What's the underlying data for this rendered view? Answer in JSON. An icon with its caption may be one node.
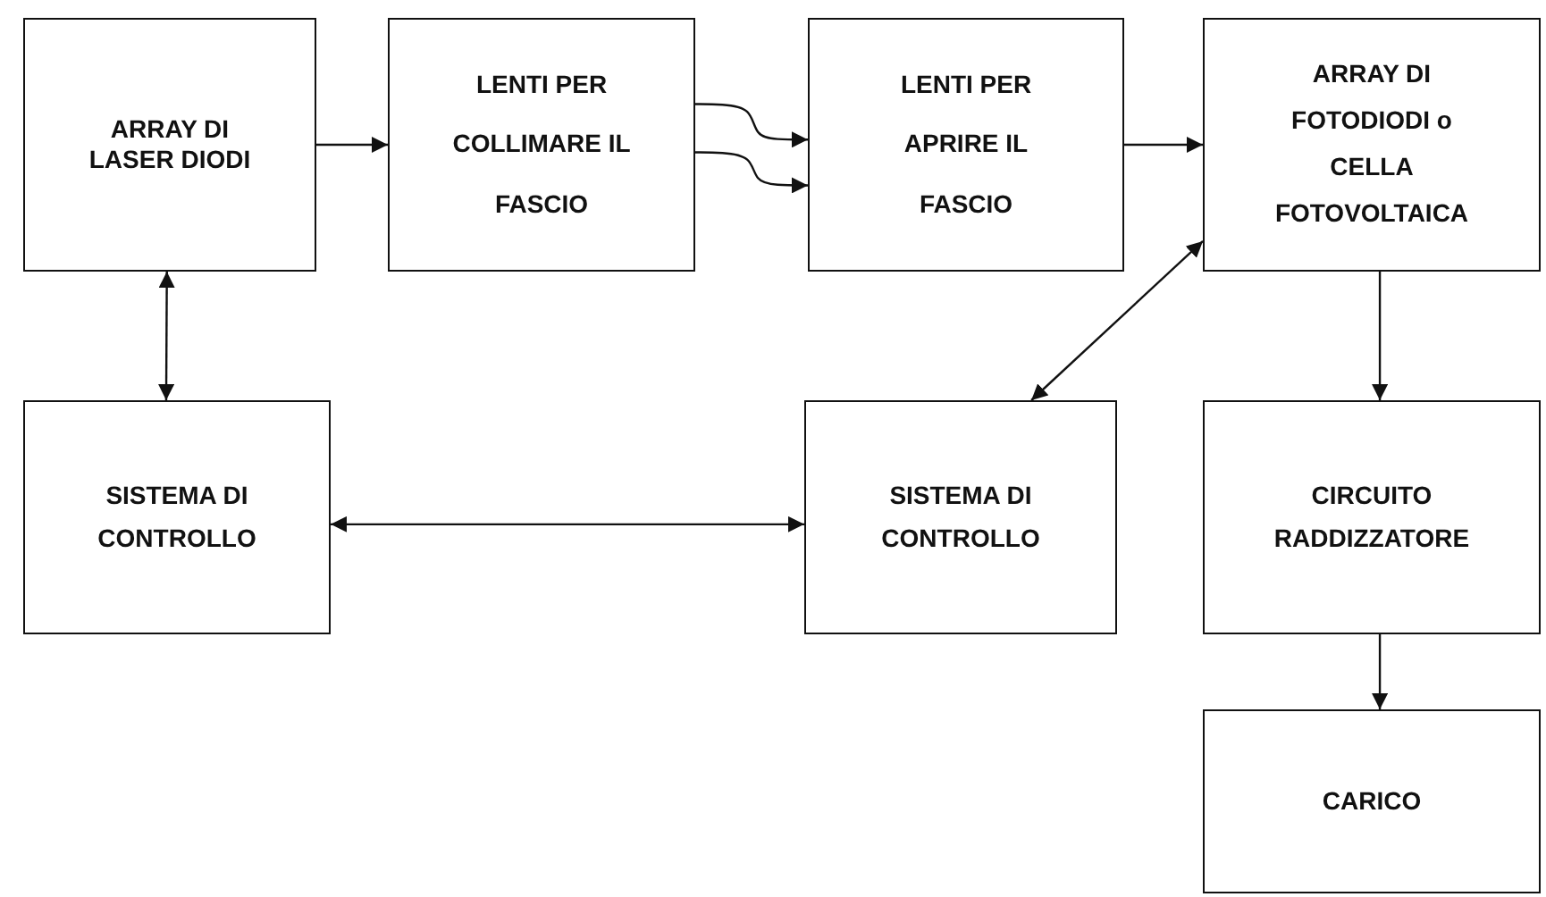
{
  "diagram": {
    "nodes": [
      {
        "text": [
          "ARRAY DI LASER DIODI"
        ]
      },
      {
        "text": [
          "LENTI PER COLLIMARE IL FASCIO"
        ]
      },
      {
        "text": [
          "LENTI PER APRIRE IL FASCIO"
        ]
      },
      {
        "text": [
          "ARRAY DI FOTODIODI o CELLA FOTOVOLTAICA"
        ]
      },
      {
        "text": [
          "SISTEMA DI CONTROLLO"
        ]
      },
      {
        "text": [
          "SISTEMA DI CONTROLLO"
        ]
      },
      {
        "text": [
          "CIRCUITO RADDIZZATORE"
        ]
      },
      {
        "text": [
          "CARICO"
        ]
      }
    ],
    "edges": [
      {
        "from": 0,
        "to": 1,
        "arrow": "to"
      },
      {
        "from": 1,
        "to": 2,
        "arrow": "to"
      },
      {
        "from": 1,
        "to": 2,
        "arrow": "to"
      },
      {
        "from": 2,
        "to": 3,
        "arrow": "to"
      },
      {
        "from": 0,
        "to": 4,
        "arrow": "both"
      },
      {
        "from": 4,
        "to": 5,
        "arrow": "both"
      },
      {
        "from": 5,
        "to": 3,
        "arrow": "both"
      },
      {
        "from": 3,
        "to": 6,
        "arrow": "to"
      },
      {
        "from": 6,
        "to": 7,
        "arrow": "to"
      }
    ]
  }
}
